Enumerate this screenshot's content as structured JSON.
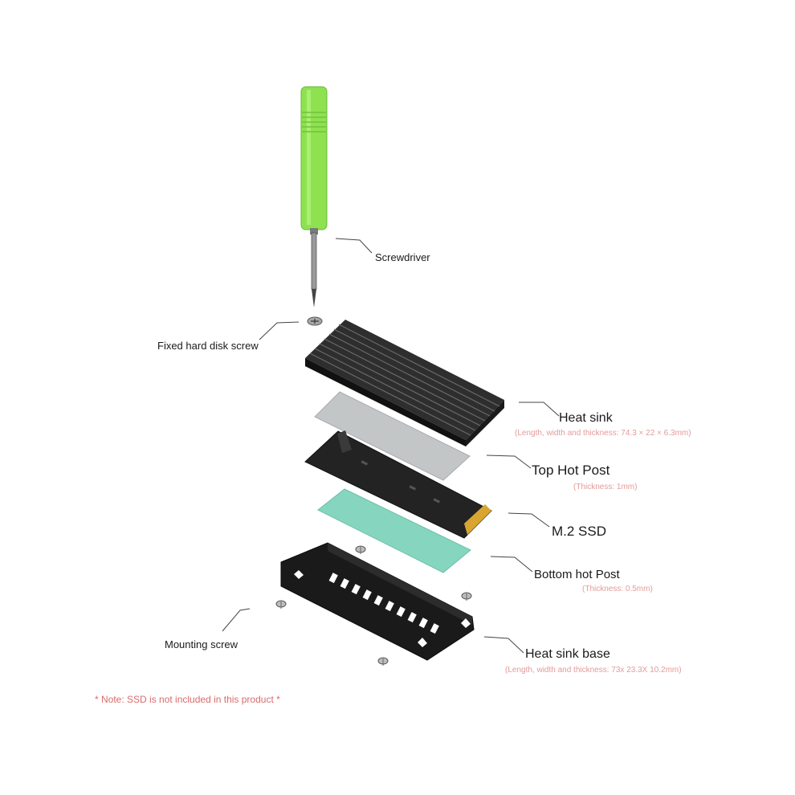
{
  "colors": {
    "screwdriver_handle": "#8ee24f",
    "heatsink": "#1b1b1b",
    "top_pad": "#c3c6c7",
    "bottom_pad": "#86d6bf",
    "ssd_board": "#232323",
    "ssd_contacts": "#d8a530",
    "subtext": "#e59a9a",
    "note": "#d96b6b",
    "leader": "#444444"
  },
  "labels": {
    "screwdriver": "Screwdriver",
    "fixed_screw": "Fixed hard disk screw",
    "heat_sink": "Heat sink",
    "heat_sink_dims": "(Length, width and thickness: 74.3 × 22 × 6.3mm)",
    "top_pad": "Top Hot Post",
    "top_pad_dims": "(Thickness: 1mm)",
    "ssd": "M.2 SSD",
    "bottom_pad": "Bottom hot Post",
    "bottom_pad_dims": "(Thickness: 0.5mm)",
    "mounting_screw": "Mounting screw",
    "base": "Heat sink base",
    "base_dims": "(Length, width and thickness: 73x 23.3X 10.2mm)"
  },
  "note": "* Note: SSD is not included in this product *",
  "icons": [
    "screwdriver-icon",
    "screw-icon",
    "heatsink-icon",
    "ssd-icon",
    "thermal-pad-icon",
    "bracket-icon"
  ]
}
